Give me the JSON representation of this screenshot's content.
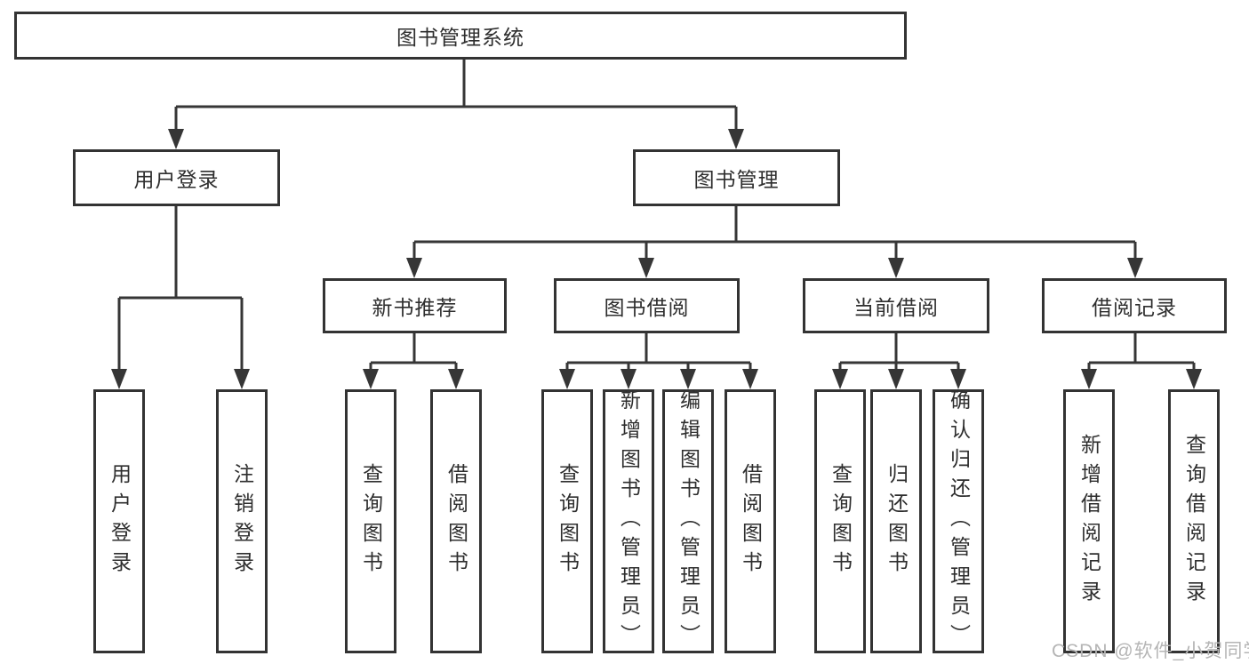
{
  "title": {
    "label": "图书管理系统"
  },
  "nodes": {
    "user_login": "用户登录",
    "book_management": "图书管理",
    "new_book_recommend": "新书推荐",
    "book_borrow": "图书借阅",
    "current_borrow": "当前借阅",
    "borrow_record": "借阅记录"
  },
  "leaves": {
    "user_login": "用户登录",
    "logout": "注销登录",
    "nb_query": "查询图书",
    "nb_borrow": "借阅图书",
    "bb_query": "查询图书",
    "bb_add": "新增图书（管理员）",
    "bb_edit": "编辑图书（管理员）",
    "bb_borrow": "借阅图书",
    "cb_query": "查询图书",
    "cb_return": "归还图书",
    "cb_confirm": "确认归还（管理员）",
    "br_add": "新增借阅记录",
    "br_query": "查询借阅记录"
  },
  "watermark": "CSDN @软件_小贺同学",
  "colors": {
    "line": "#363636",
    "border": "#333333",
    "background": "#ffffff",
    "watermark": "#b5b5b5"
  }
}
